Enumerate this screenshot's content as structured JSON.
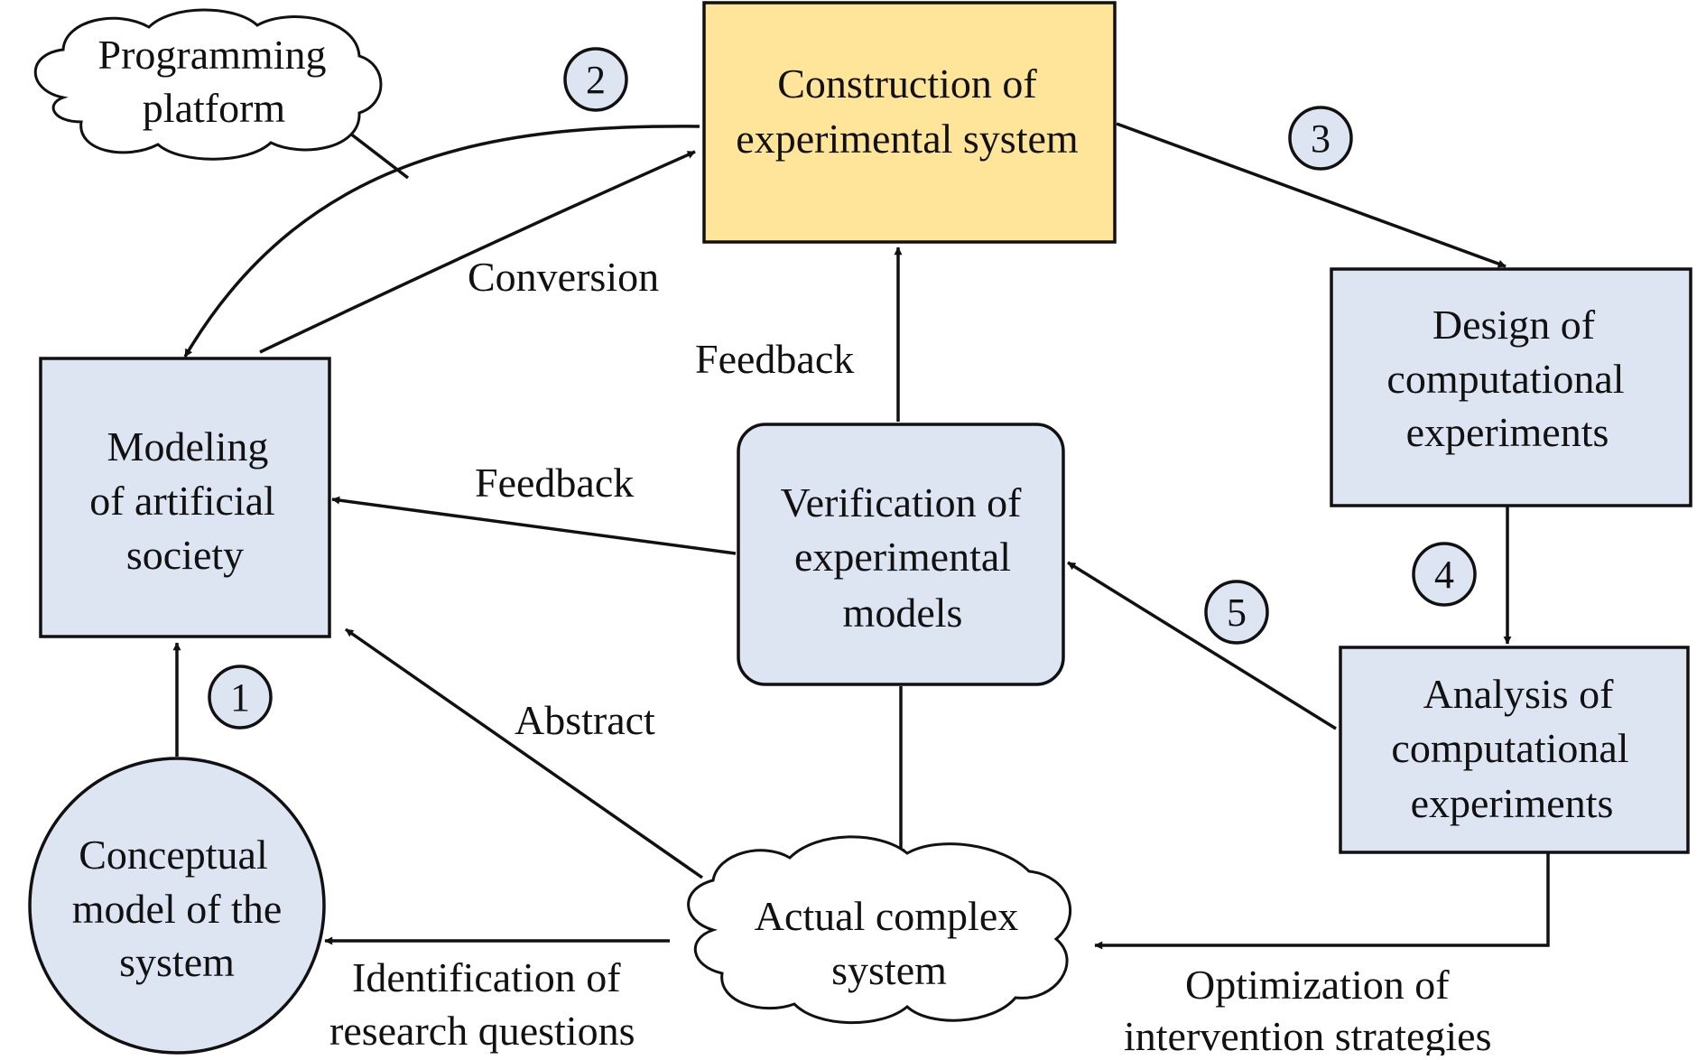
{
  "nodes": {
    "construction": {
      "lines": [
        "Construction of",
        "experimental system"
      ]
    },
    "programming": {
      "lines": [
        "Programming",
        "platform"
      ]
    },
    "modeling": {
      "lines": [
        "Modeling",
        "of artificial",
        "society"
      ]
    },
    "verification": {
      "lines": [
        "Verification of",
        "experimental",
        "models"
      ]
    },
    "design": {
      "lines": [
        "Design of",
        "computational",
        "experiments"
      ]
    },
    "analysis": {
      "lines": [
        "Analysis of",
        "computational",
        "experiments"
      ]
    },
    "conceptual": {
      "lines": [
        "Conceptual",
        "model of the",
        "system"
      ]
    },
    "actual": {
      "lines": [
        "Actual complex",
        "system"
      ]
    }
  },
  "edge_labels": {
    "conversion": "Conversion",
    "feedback_up": "Feedback",
    "feedback_left": "Feedback",
    "abstract": "Abstract",
    "identification": [
      "Identification of",
      "research questions"
    ],
    "optimization": [
      "Optimization of",
      "intervention strategies"
    ]
  },
  "steps": [
    "1",
    "2",
    "3",
    "4",
    "5"
  ],
  "colors": {
    "construction_fill": "#FFE599",
    "box_fill": "#DEE5F2",
    "stroke": "#111111"
  }
}
